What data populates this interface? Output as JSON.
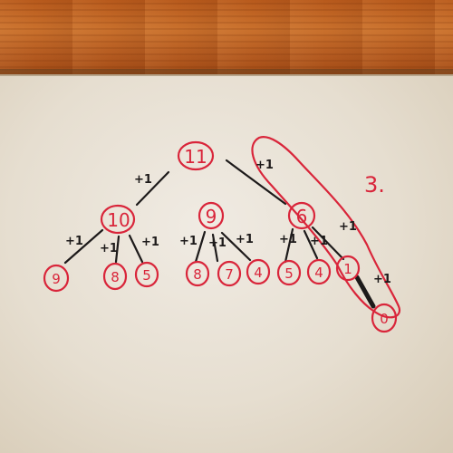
{
  "nodes": {
    "root": "11",
    "left": "10",
    "mid": "9",
    "right": "6",
    "left_leaves": [
      "9",
      "8",
      "5"
    ],
    "mid_leaves": [
      "8",
      "7",
      "4"
    ],
    "right_leaves": [
      "5",
      "4",
      "1"
    ],
    "bottom": "0"
  },
  "edge_labels": {
    "root_left": "+1",
    "root_right": "+1",
    "left_children": [
      "+1",
      "+1",
      "+1"
    ],
    "mid_children": [
      "+1",
      "+1",
      "+1"
    ],
    "right_children": [
      "+1",
      "+1",
      "+1"
    ],
    "bottom": "+1"
  },
  "annotation": "3.",
  "colors": {
    "ink_red": "#d9253a",
    "ink_black": "#1d1a1a",
    "wood": "#c06428",
    "paper": "#ece6dc"
  }
}
